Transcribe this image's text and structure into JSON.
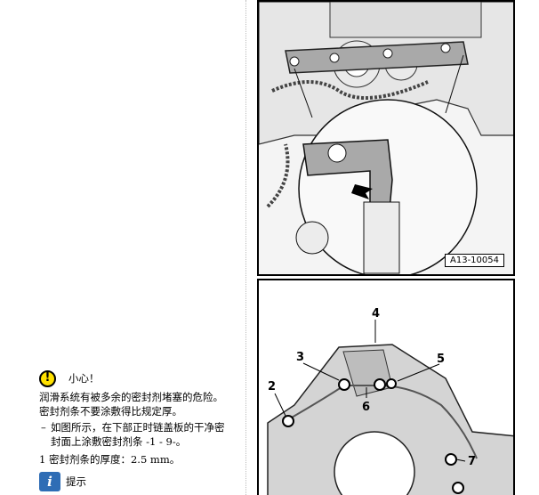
{
  "figures": {
    "top": {
      "code": "A13-10054"
    },
    "bottom": {
      "callouts": {
        "c2": "2",
        "c3": "3",
        "c4": "4",
        "c5": "5",
        "c6": "6",
        "c7": "7"
      }
    }
  },
  "caution": {
    "icon": "exclamation-icon",
    "title": "小心！",
    "lines": [
      "润滑系统有被多余的密封剂堵塞的危险。",
      "密封剂条不要涂敷得比规定厚。"
    ]
  },
  "step": {
    "bullet": "–",
    "lines": [
      "如图所示，在下部正时链盖板的干净密",
      "封面上涂敷密封剂条 -1 - 9-。"
    ]
  },
  "spec": "1 密封剂条的厚度：2.5 mm。",
  "tip": {
    "icon": "info-icon",
    "icon_glyph": "i",
    "label": "提示"
  },
  "colors": {
    "caution_yellow": "#ffe100",
    "tip_blue": "#2f6db5"
  }
}
